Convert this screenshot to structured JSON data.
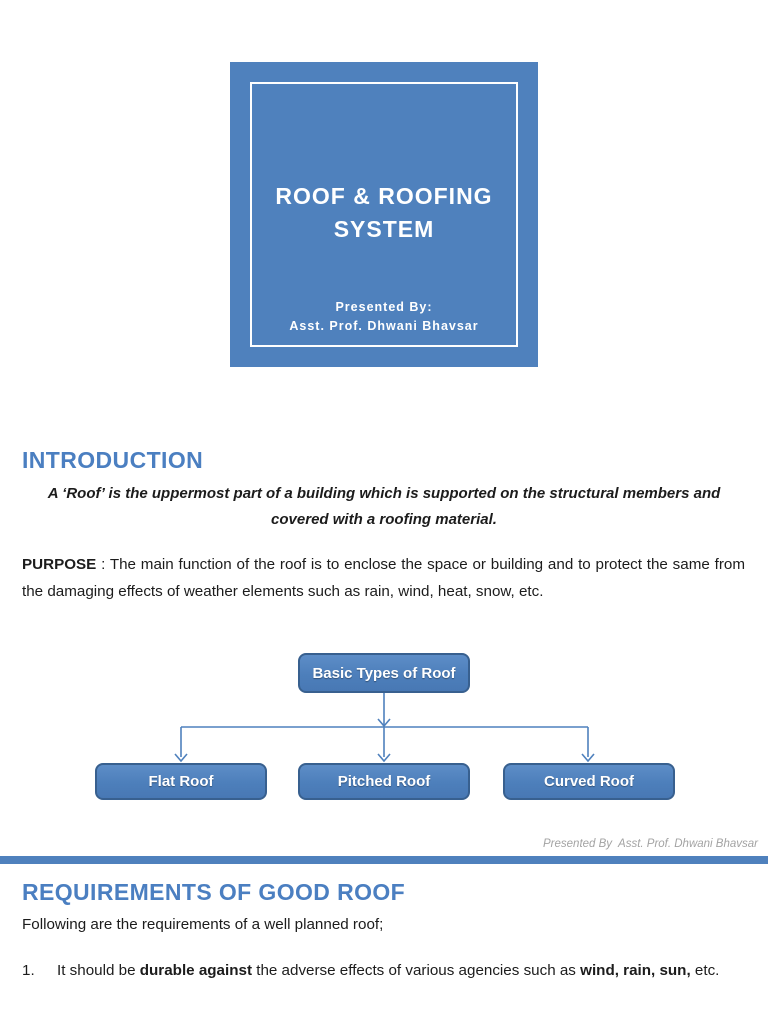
{
  "colors": {
    "accent": "#4f81bd",
    "heading": "#4b7fc1",
    "box_border": "#38608f",
    "footer_gray": "#a3a3a3"
  },
  "title_slide": {
    "title_line1": "ROOF & ROOFING",
    "title_line2": "SYSTEM",
    "presented_by_label": "Presented By:",
    "presenter_name": "Asst. Prof. Dhwani Bhavsar"
  },
  "intro_section": {
    "heading": "INTRODUCTION",
    "definition": "A ‘Roof’ is the uppermost part of a building which is supported on the structural members and covered with a roofing material.",
    "purpose_label": "PURPOSE",
    "purpose_rest": " : The main function of the roof is to enclose the space or building and to protect the same from the damaging effects of weather elements such as rain, wind, heat, snow, etc."
  },
  "diagram": {
    "root": "Basic Types of Roof",
    "children": [
      "Flat Roof",
      "Pitched Roof",
      "Curved Roof"
    ]
  },
  "footer_credit": "Presented By  Asst. Prof. Dhwani Bhavsar",
  "requirements_section": {
    "heading": "REQUIREMENTS OF GOOD ROOF",
    "intro": "Following are the requirements of a well planned roof;",
    "item1": {
      "number": "1.",
      "n1": "It should be ",
      "b1": "durable against",
      "n2": " the adverse effects of various agencies such as ",
      "b2": "wind, rain, sun,",
      "n3": " etc."
    }
  }
}
